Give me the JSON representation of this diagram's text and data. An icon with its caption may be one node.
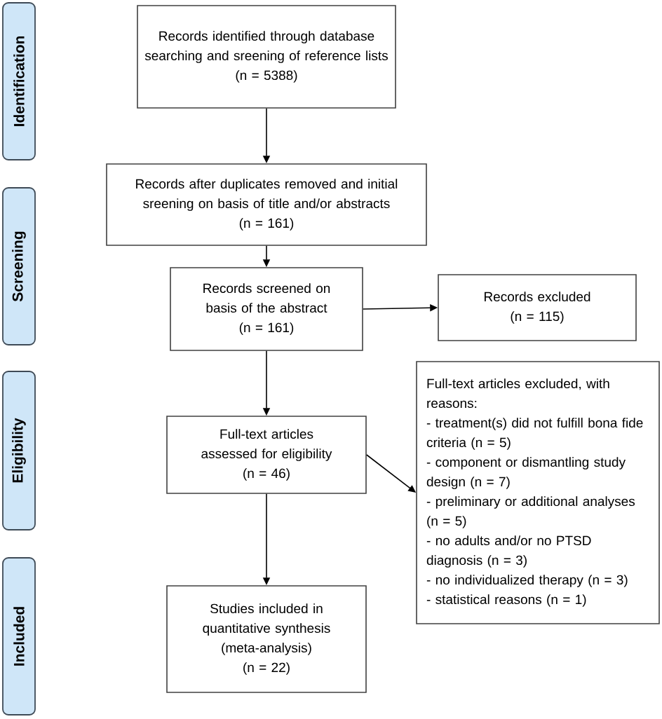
{
  "diagram": {
    "nodes": [
      {
        "text": [
          "Identification"
        ]
      },
      {
        "text": [
          "Screening"
        ]
      },
      {
        "text": [
          "Eligibility"
        ]
      },
      {
        "text": [
          "Included"
        ]
      },
      {
        "text": [
          "Records identified through database searching and sreening of reference lists",
          "(n = 5388)"
        ]
      },
      {
        "text": [
          "Records after duplicates removed and initial sreening on basis of title and/or abstracts",
          "(n = 161)"
        ]
      },
      {
        "text": [
          "Records screened on basis of the abstract",
          "(n = 161)"
        ]
      },
      {
        "text": [
          "Records excluded",
          "(n = 115)"
        ]
      },
      {
        "text": [
          "Full-text articles assessed for eligibility",
          "(n = 46)"
        ]
      },
      {
        "text": [
          "Full-text articles excluded, with reasons:",
          "- treatment(s) did not fulfill bona fide criteria (n = 5)",
          "- component or dismantling study design (n = 7)",
          "- preliminary or additional analyses (n = 5)",
          "- no adults and/or no PTSD diagnosis (n = 3)",
          "- no individualized therapy (n = 3)",
          "- statistical reasons (n = 1)"
        ]
      },
      {
        "text": [
          "Studies included in quantitative synthesis (meta-analysis)",
          "(n = 22)"
        ]
      }
    ],
    "edges": [
      {
        "from": 4,
        "to": 5,
        "arrow": "to"
      },
      {
        "from": 5,
        "to": 6,
        "arrow": "to"
      },
      {
        "from": 6,
        "to": 7,
        "arrow": "to"
      },
      {
        "from": 6,
        "to": 8,
        "arrow": "to"
      },
      {
        "from": 8,
        "to": 9,
        "arrow": "to"
      },
      {
        "from": 8,
        "to": 10,
        "arrow": "to"
      }
    ]
  }
}
